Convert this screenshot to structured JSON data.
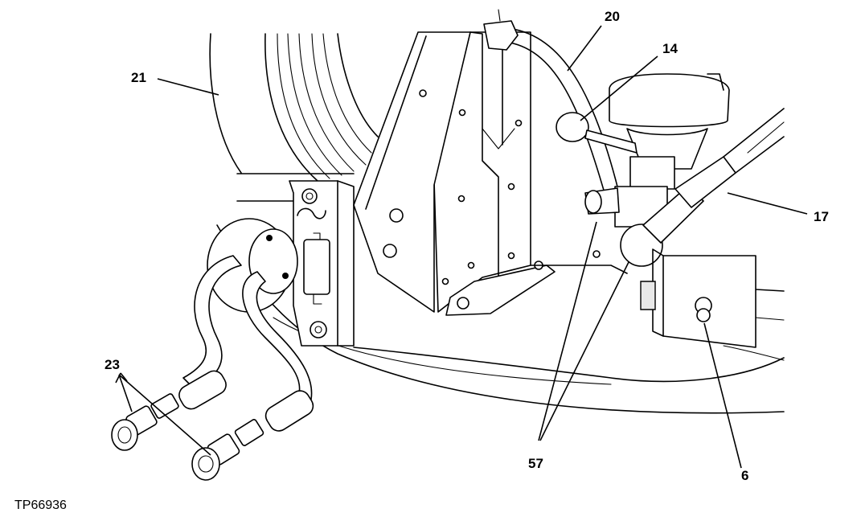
{
  "figure": {
    "id_label": "TP66936",
    "callouts": [
      {
        "key": "c21",
        "text": "21"
      },
      {
        "key": "c20",
        "text": "20"
      },
      {
        "key": "c14",
        "text": "14"
      },
      {
        "key": "c17",
        "text": "17"
      },
      {
        "key": "c23",
        "text": "23"
      },
      {
        "key": "c57",
        "text": "57"
      },
      {
        "key": "c6",
        "text": "6"
      }
    ]
  },
  "colors": {
    "ink": "#000000",
    "paper": "#ffffff"
  }
}
